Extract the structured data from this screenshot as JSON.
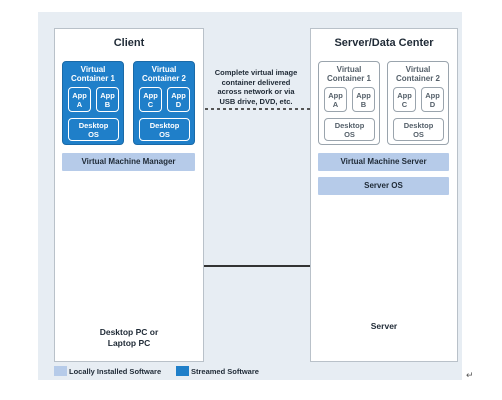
{
  "client": {
    "title": "Client",
    "containers": [
      {
        "label": "Virtual\nContainer 1",
        "apps": [
          "App\nA",
          "App\nB"
        ],
        "os": "Desktop\nOS"
      },
      {
        "label": "Virtual\nContainer 2",
        "apps": [
          "App\nC",
          "App\nD"
        ],
        "os": "Desktop\nOS"
      }
    ],
    "bar_label": "Virtual Machine Manager",
    "device_caption": "Desktop PC or\nLaptop PC"
  },
  "server": {
    "title": "Server/Data Center",
    "containers": [
      {
        "label": "Virtual\nContainer 1",
        "apps": [
          "App\nA",
          "App\nB"
        ],
        "os": "Desktop\nOS"
      },
      {
        "label": "Virtual\nContainer 2",
        "apps": [
          "App\nC",
          "App\nD"
        ],
        "os": "Desktop\nOS"
      }
    ],
    "bar_label": "Virtual Machine Server",
    "os_bar_label": "Server OS",
    "device_caption": "Server"
  },
  "transfer_text": "Complete virtual image\ncontainer delivered\nacross network or via\nUSB drive, DVD, etc.",
  "legend": {
    "locally_installed": {
      "label": "Locally Installed Software",
      "color": "#b6cbe9"
    },
    "streamed": {
      "label": "Streamed Software",
      "color": "#1f7fc9"
    }
  },
  "return_mark": "↵"
}
